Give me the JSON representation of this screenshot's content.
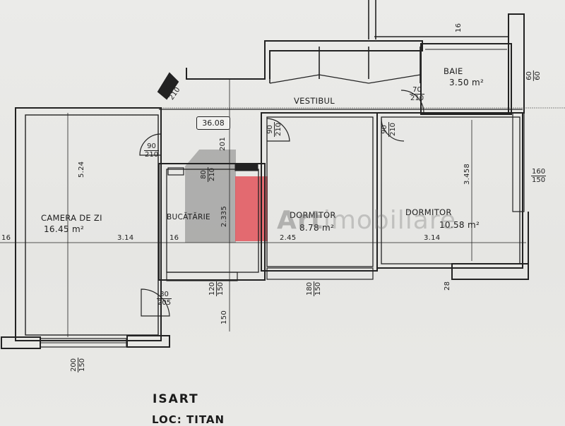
{
  "rooms": {
    "camera_de_zi": {
      "name": "CAMERA DE ZI",
      "area": "16.45 m²",
      "height_dim": "5.24",
      "width_dim": "3.14"
    },
    "bucatarie": {
      "name": "BUCĂTĂRIE",
      "height_dim": "2.335",
      "width_dim": "16"
    },
    "dormitor1": {
      "name": "DORMITOR",
      "area": "8.78 m²",
      "width_dim": "2.45"
    },
    "dormitor2": {
      "name": "DORMITOR",
      "area": "10.58 m²",
      "height_dim": "3.458",
      "width_dim": "3.14"
    },
    "vestibul": {
      "name": "VESTIBUL"
    },
    "baie": {
      "name": "BAIE",
      "area": "3.50 m²"
    }
  },
  "doors": {
    "living": {
      "w": "90",
      "h": "210"
    },
    "kitchen": {
      "w": "80",
      "h": "210"
    },
    "dorm1": {
      "w": "90",
      "h": "210"
    },
    "dorm2": {
      "w": "90",
      "h": "210"
    },
    "baie": {
      "w": "70",
      "h": "210"
    },
    "entry": {
      "w": "80",
      "h": "205"
    },
    "balcony": {
      "w": "90",
      "h": "210"
    }
  },
  "windows": {
    "kitchen": {
      "w": "120",
      "h": "150"
    },
    "dorm1": {
      "w": "180",
      "h": "150"
    },
    "living": {
      "w": "200",
      "h": "150"
    },
    "right": {
      "w": "160",
      "h": "150"
    },
    "baie": {
      "w": "60",
      "h": "60"
    }
  },
  "dims": {
    "left_edge": "16",
    "top_wall": "16",
    "bottom_right": "28",
    "kitchen_side": "150",
    "misc": "201"
  },
  "badge": "36.08",
  "watermark": {
    "art": "Art",
    "rest": "imobiliare"
  },
  "handwritten": {
    "line1": "ISART",
    "line2": "LOC: TITAN"
  },
  "colors": {
    "wall": "#222222",
    "paper": "#e9e9e7",
    "logo_red": "#e2545c",
    "logo_grey": "#808080"
  }
}
